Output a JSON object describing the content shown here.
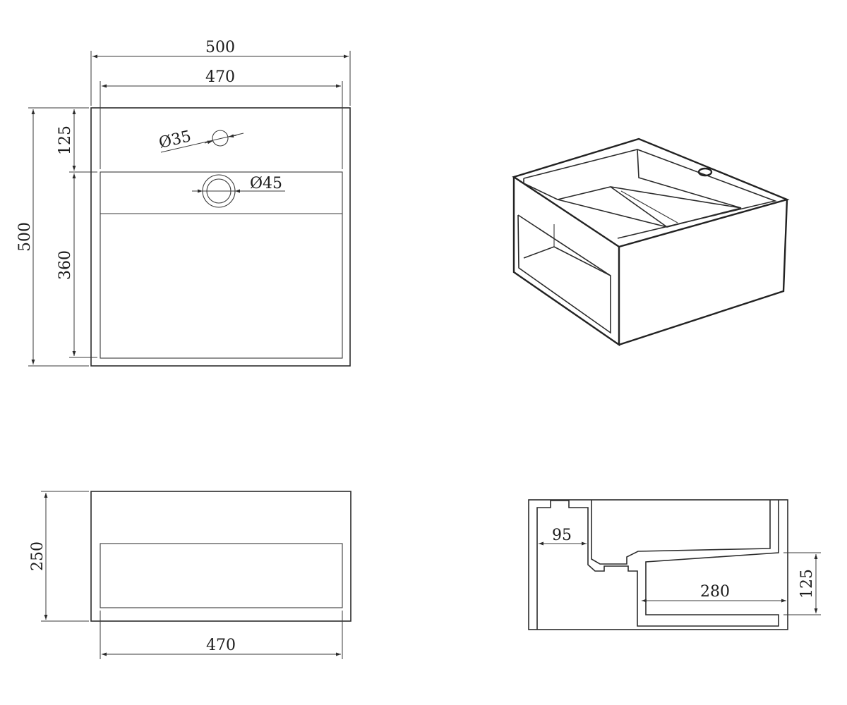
{
  "colors": {
    "line": "#2b2b2b",
    "background": "#ffffff"
  },
  "top_view": {
    "width_overall": "500",
    "width_inner": "470",
    "height_overall": "500",
    "deck_depth": "125",
    "basin_depth": "360",
    "tap_hole": "Ø35",
    "waste_hole": "Ø45"
  },
  "front_view": {
    "height": "250",
    "shelf_width": "470"
  },
  "side_section": {
    "depth_a": "95",
    "shelf_depth": "280",
    "shelf_height": "125"
  }
}
